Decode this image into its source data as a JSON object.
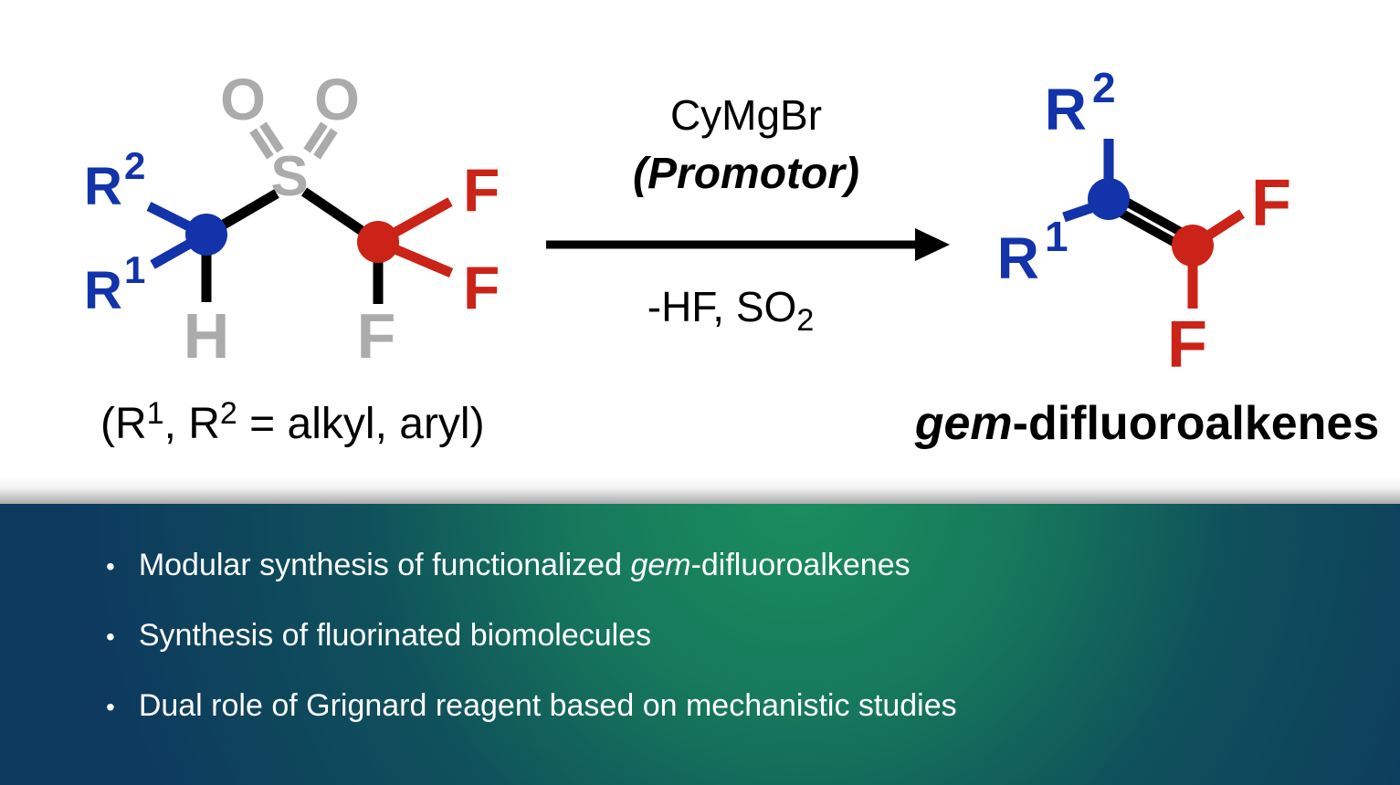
{
  "colors": {
    "carbon_blue": "#1233aa",
    "fluorine_red": "#cb2317",
    "hetero_gray": "#ababab",
    "bond_black": "#000000",
    "band_green": "#1b8e5e",
    "band_navy": "#0d395e",
    "band_text": "#ffffff"
  },
  "scheme": {
    "reactant": {
      "o_left": "O",
      "o_right": "O",
      "s": "S",
      "h": "H",
      "f_gray": "F",
      "f_top": "F",
      "f_bottom": "F",
      "r_base": "R",
      "r2_sup": "2",
      "r1_sup": "1",
      "caption": {
        "p1": "(R",
        "s1": "1",
        "p2": ", R",
        "s2": "2",
        "p3": " = alkyl, aryl)"
      }
    },
    "arrow": {
      "reagent": "CyMgBr",
      "promoter": "(Promotor)",
      "byproducts_main": "-HF, SO",
      "byproducts_sub": "2"
    },
    "product": {
      "r_base": "R",
      "r2_sup": "2",
      "r1_sup": "1",
      "f_right": "F",
      "f_bottom": "F",
      "caption_italic": "gem",
      "caption_rest": "-difluoroalkenes"
    }
  },
  "highlights": {
    "bullet_char": "•",
    "items": [
      {
        "pre": "Modular synthesis of functionalized ",
        "italic": "gem",
        "post": "-difluoroalkenes"
      },
      {
        "pre": "Synthesis of fluorinated biomolecules",
        "italic": "",
        "post": ""
      },
      {
        "pre": "Dual role of Grignard reagent based on mechanistic studies",
        "italic": "",
        "post": ""
      }
    ]
  }
}
